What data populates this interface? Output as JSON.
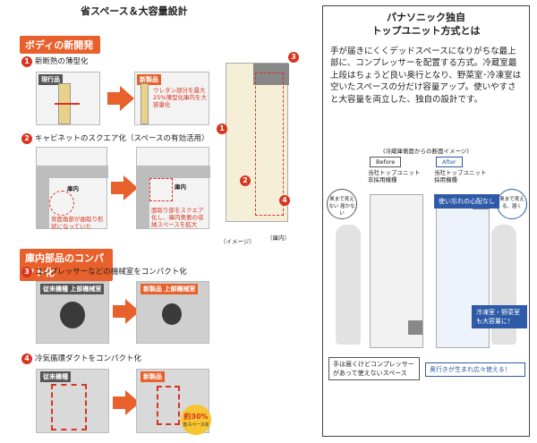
{
  "left": {
    "title": "省スペース＆大容量設計",
    "section1": "ボディの新開発",
    "step1": {
      "num": "1",
      "text": "新断熱の薄型化",
      "old_tag": "現行品",
      "new_tag": "新製品",
      "note": "ウレタン部分を最大25%薄型化庫内を大容量化"
    },
    "step2": {
      "num": "2",
      "text": "キャビネットのスクエア化（スペースの有効活用）",
      "inside": "庫内",
      "inside2": "庫内",
      "note_old": "背面角部が曲取り形状になっていた",
      "note_new": "面取り部をスクエア化し、庫内奥側の収納スペースを拡大"
    },
    "fridge": {
      "label_image": "（イメージ）",
      "label_inside": "（庫内）",
      "m1": "1",
      "m2": "2",
      "m3": "3",
      "m4": "4"
    },
    "section2": "庫内部品のコンパクト化",
    "step3": {
      "num": "3",
      "text": "コンプレッサーなどの機械室をコンパクト化",
      "old_tag": "従来機種 上部機械室",
      "new_tag": "新製品 上部機械室"
    },
    "step4": {
      "num": "4",
      "text": "冷気循環ダクトをコンパクト化",
      "old_tag": "従来機種",
      "new_tag": "新製品",
      "badge": "約30%",
      "badge_sub": "省スペース化"
    }
  },
  "right": {
    "title1": "パナソニック独自",
    "title2": "トップユニット方式とは",
    "body": "手が届きにくくデッドスペースになりがちな最上部に、コンプレッサーを配置する方式。冷蔵室最上段はちょうど良い奥行となり、野菜室･冷凍室は空いたスペースの分だけ容量アップ。使いやすさと大容量を両立した、独自の設計です。",
    "diagram_caption": "(冷蔵庫側面からの断面イメージ)",
    "before_tag": "Before",
    "after_tag": "After",
    "before_label1": "当社トップユニット",
    "before_label2": "非採用機種",
    "after_label1": "当社トップユニット",
    "after_label2": "採用機種",
    "bubble_left": "奥まで見えない 届かない",
    "bubble_right": "奥まで見える、届く",
    "worry": "使い忘れの心配なし",
    "capacity": "冷凍室・野菜室も大容量に！",
    "foot_left": "手は届くけどコンプレッサーがあって使えないスペース",
    "foot_right": "奥行きが生まれ広々使える！"
  }
}
